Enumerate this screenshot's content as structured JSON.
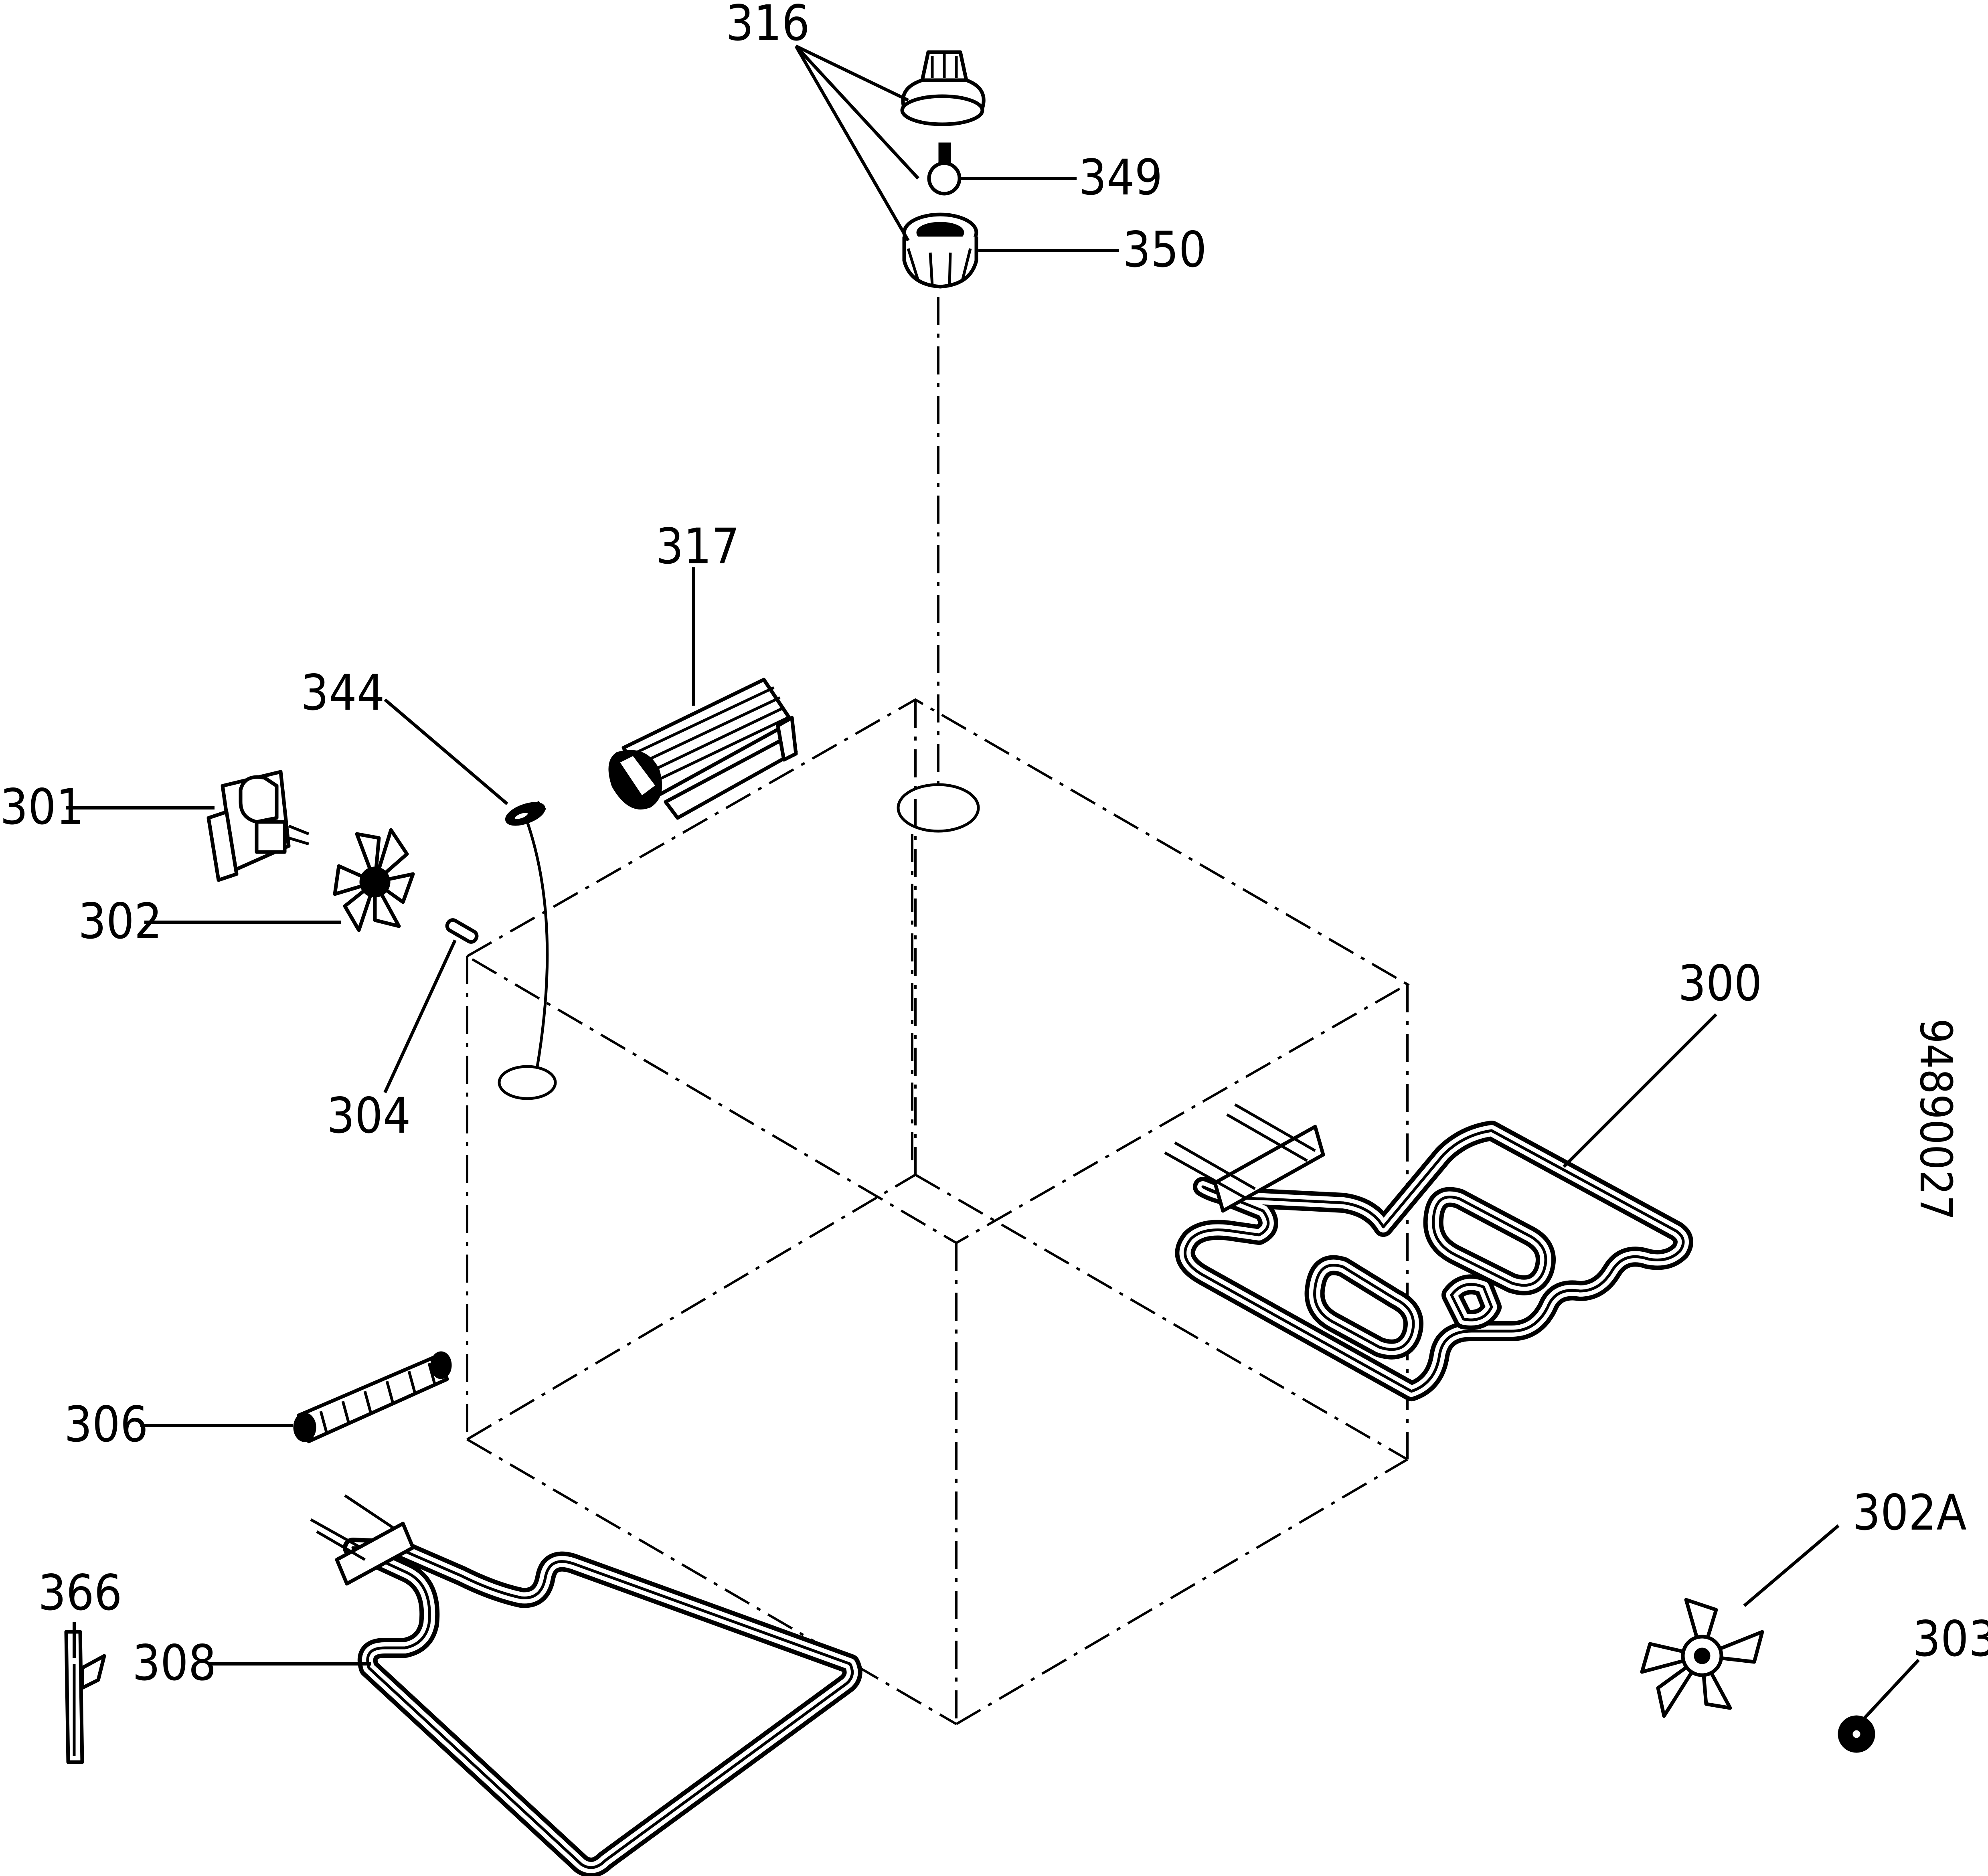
{
  "labels": {
    "p300": "300",
    "p301": "301",
    "p302": "302",
    "p302a": "302A",
    "p303": "303",
    "p304": "304",
    "p306": "306",
    "p308": "308",
    "p316": "316",
    "p317": "317",
    "p344": "344",
    "p349": "349",
    "p350": "350",
    "p366": "366"
  },
  "drawing_number": "94890027"
}
